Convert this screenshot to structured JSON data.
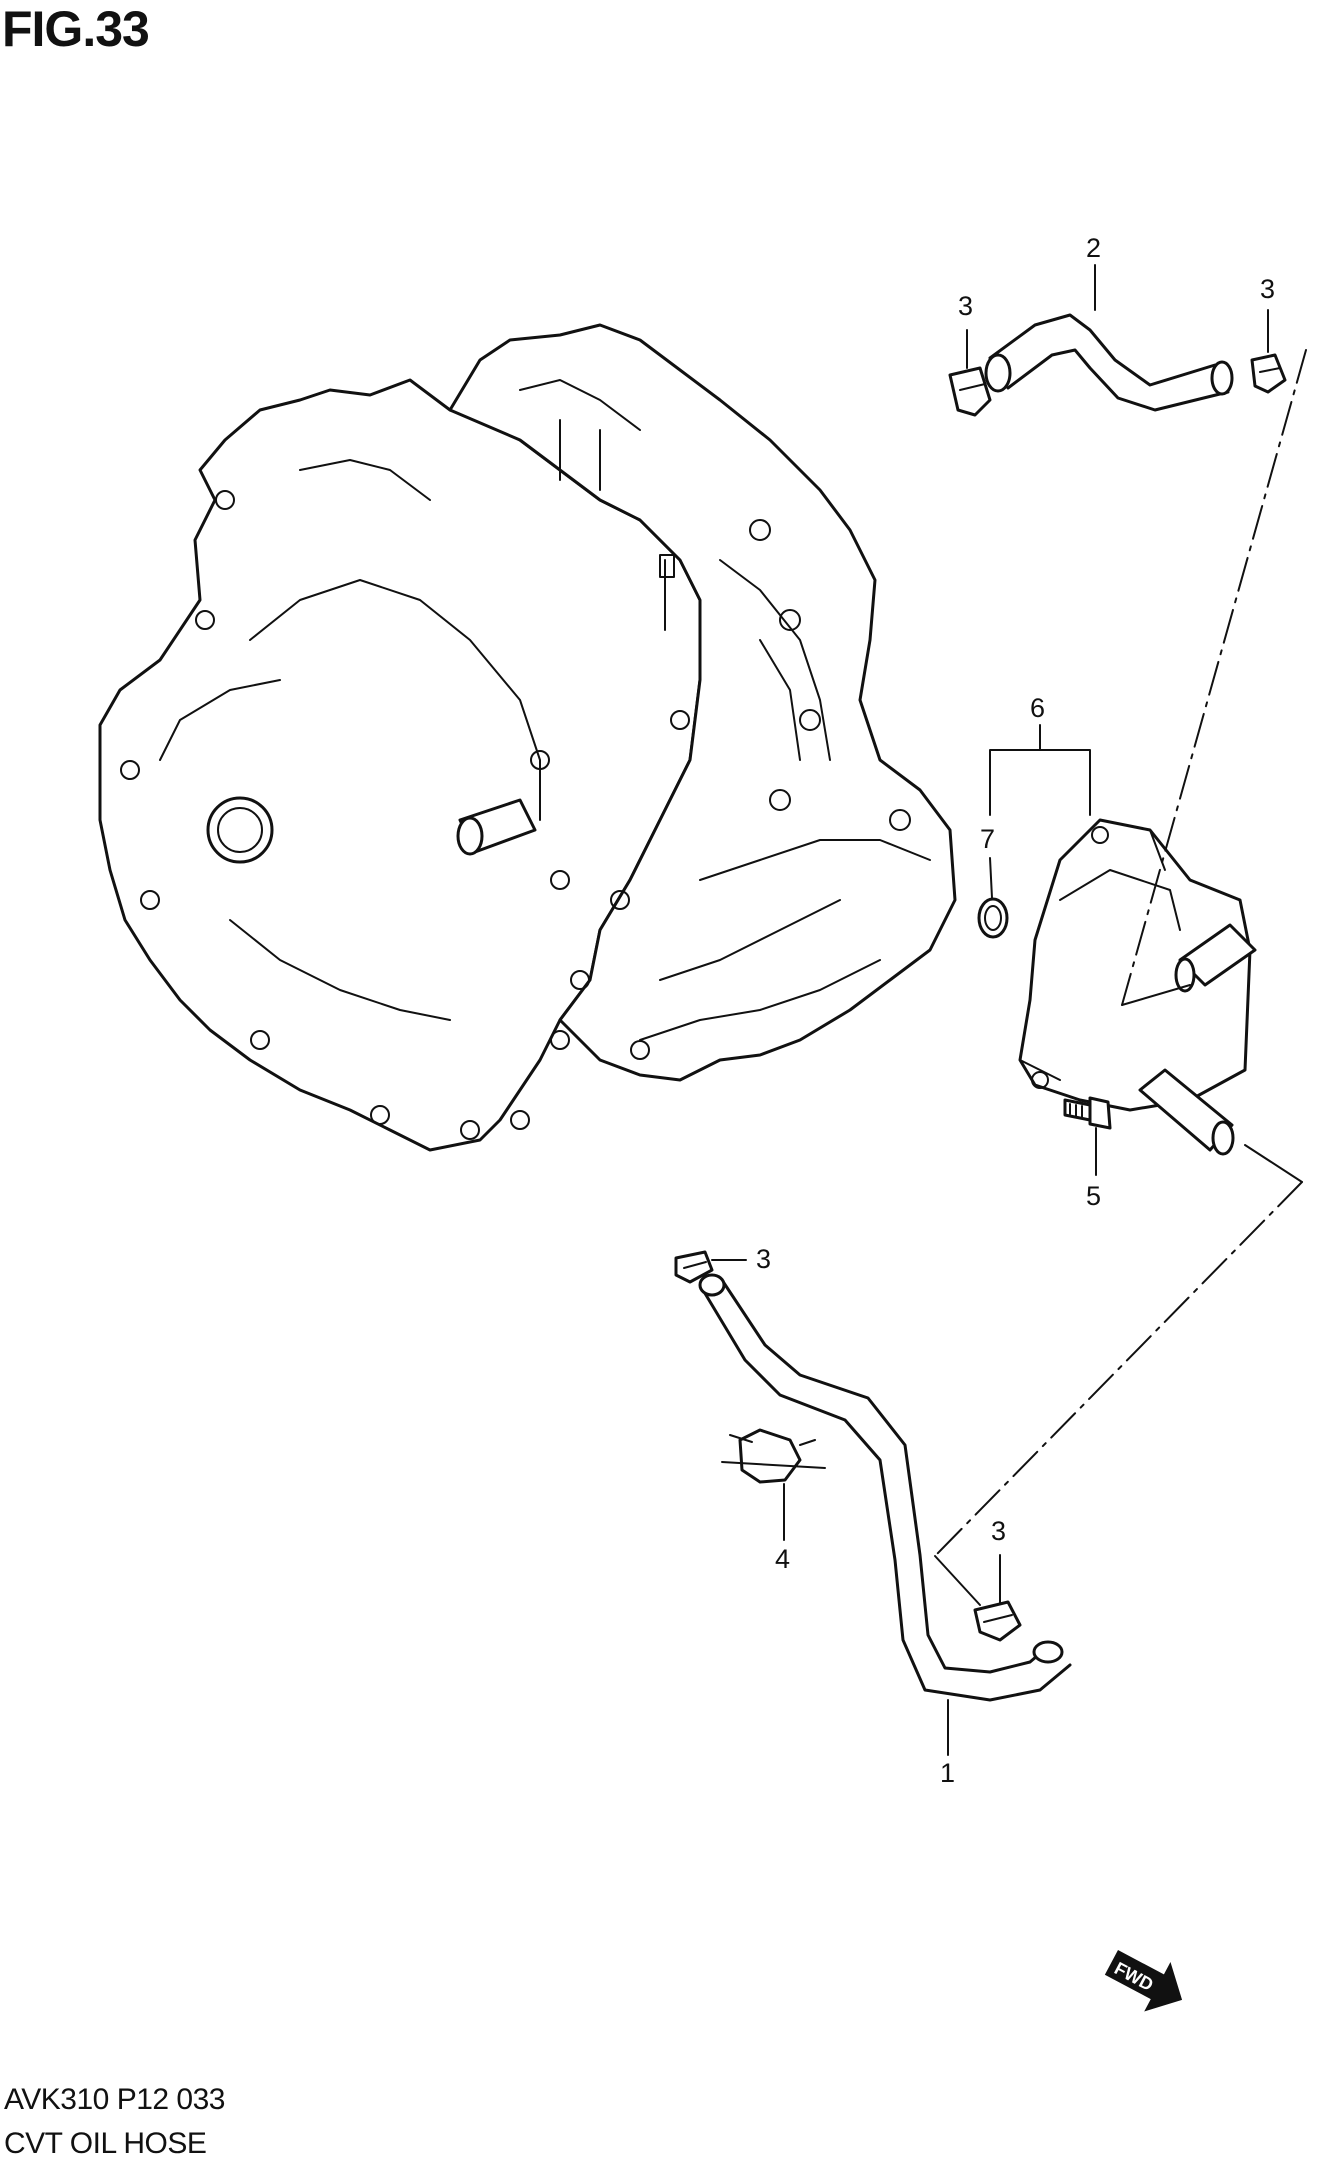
{
  "figure": {
    "title": "FIG.33",
    "code": "AVK310 P12 033",
    "name": "CVT OIL HOSE"
  },
  "callouts": {
    "c1": "1",
    "c2": "2",
    "c3_a": "3",
    "c3_b": "3",
    "c3_c": "3",
    "c3_d": "3",
    "c4": "4",
    "c5": "5",
    "c6": "6",
    "c7": "7"
  },
  "direction_arrow": {
    "label": "FWD",
    "icon": "fwd-arrow-icon"
  }
}
